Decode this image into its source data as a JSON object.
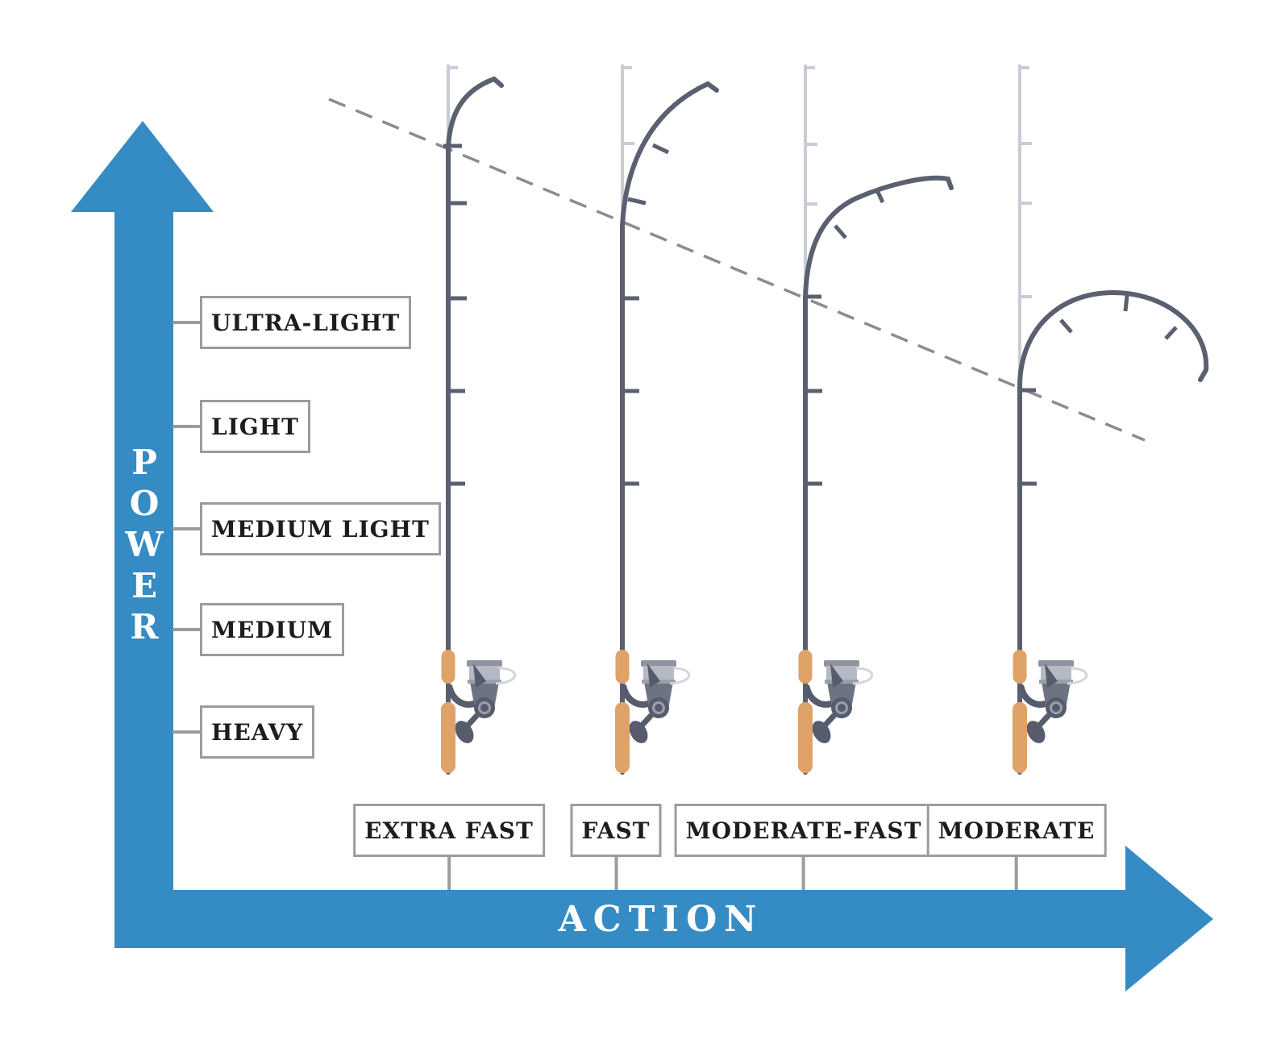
{
  "diagram": {
    "power_axis": {
      "title": "POWER",
      "labels": [
        "ULTRA-LIGHT",
        "LIGHT",
        "MEDIUM LIGHT",
        "MEDIUM",
        "HEAVY"
      ]
    },
    "action_axis": {
      "title": "ACTION",
      "labels": [
        "EXTRA FAST",
        "FAST",
        "MODERATE-FAST",
        "MODERATE"
      ]
    },
    "rods": [
      {
        "action": "EXTRA FAST",
        "bend_location": "tip only"
      },
      {
        "action": "FAST",
        "bend_location": "upper quarter"
      },
      {
        "action": "MODERATE-FAST",
        "bend_location": "upper third"
      },
      {
        "action": "MODERATE",
        "bend_location": "upper half"
      }
    ],
    "colors": {
      "arrow_blue": "#358bc4",
      "box_border_gray": "#9c9c9c",
      "rod_dark": "#5b6071",
      "rod_ghost": "#c9ccd5",
      "cork": "#dfa269",
      "dashed_line": "#8c8c90",
      "label_text": "#1d1d1d",
      "axis_text": "#ffffff"
    }
  }
}
